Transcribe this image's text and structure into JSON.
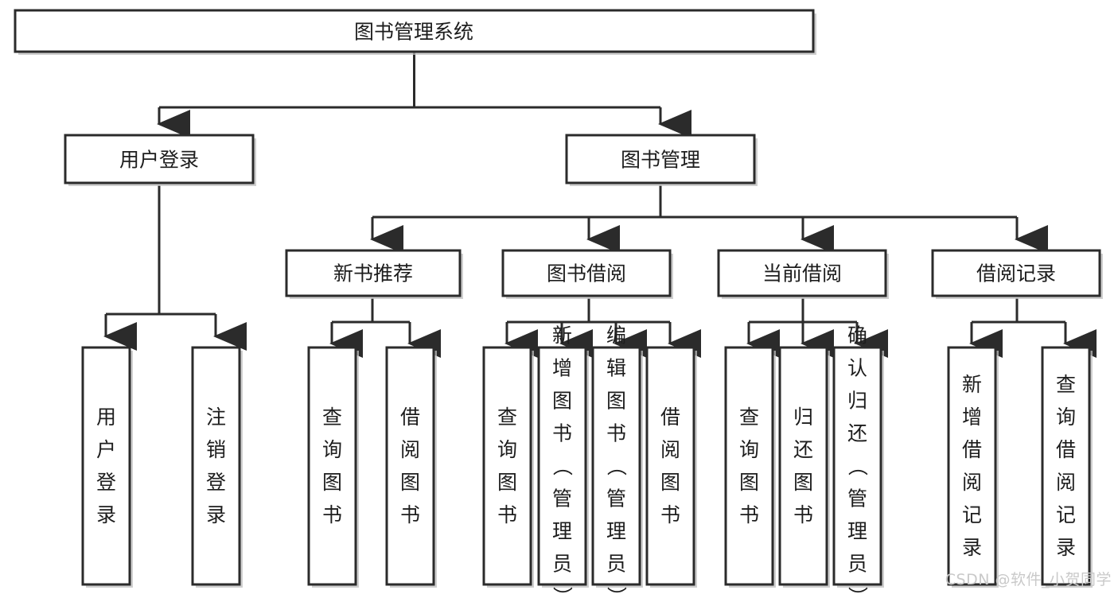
{
  "diagram": {
    "title": "图书管理系统",
    "type": "tree-hierarchy-diagram",
    "orientation": "top-down",
    "watermark": "CSDN @软件_小贺同学",
    "colors": {
      "background": "#ffffff",
      "box_stroke": "#2b2b2b",
      "box_fill": "#ffffff",
      "text": "#1d1d1d",
      "connector": "#2b2b2b",
      "watermark": "#c9c9c9"
    },
    "nodes": {
      "root": {
        "label": "图书管理系统"
      },
      "level2": [
        {
          "label": "用户登录"
        },
        {
          "label": "图书管理"
        }
      ],
      "level3": [
        {
          "label": "新书推荐"
        },
        {
          "label": "图书借阅"
        },
        {
          "label": "当前借阅"
        },
        {
          "label": "借阅记录"
        }
      ],
      "leaves": {
        "user_login": [
          {
            "label": "用户登录"
          },
          {
            "label": "注销登录"
          }
        ],
        "new_book_recommend": [
          {
            "label": "查询图书"
          },
          {
            "label": "借阅图书"
          }
        ],
        "book_borrow": [
          {
            "label": "查询图书"
          },
          {
            "label": "新增图书（管理员）"
          },
          {
            "label": "编辑图书（管理员）"
          },
          {
            "label": "借阅图书"
          }
        ],
        "current_borrow": [
          {
            "label": "查询图书"
          },
          {
            "label": "归还图书"
          },
          {
            "label": "确认归还（管理员）"
          }
        ],
        "borrow_record": [
          {
            "label": "新增借阅记录"
          },
          {
            "label": "查询借阅记录"
          }
        ]
      }
    }
  }
}
